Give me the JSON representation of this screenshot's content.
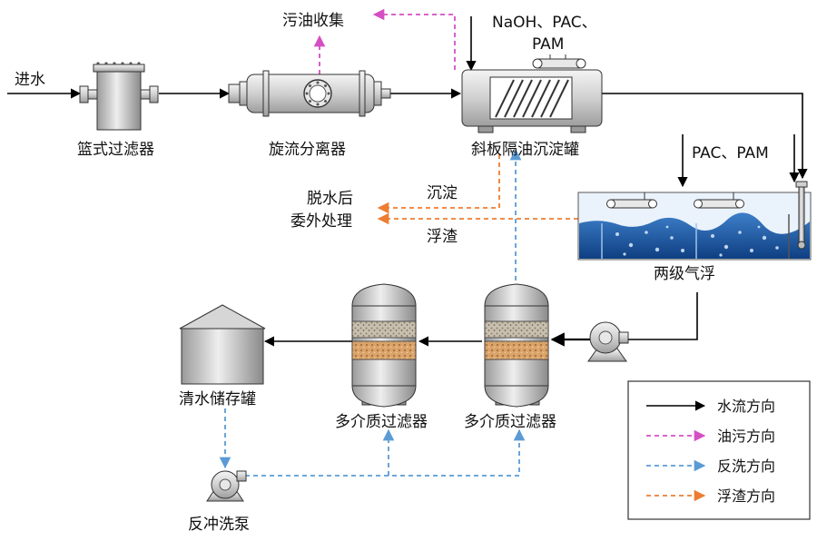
{
  "labels": {
    "inlet": "进水",
    "basket_filter": "篮式过滤器",
    "cyclone_separator": "旋流分离器",
    "oil_collection": "污油收集",
    "chemicals_top_1": "NaOH、PAC、",
    "chemicals_top_2": "PAM",
    "inclined_plate_tank": "斜板隔油沉淀罐",
    "chemicals_float": "PAC、PAM",
    "sediment": "沉淀",
    "scum": "浮渣",
    "outsource_1": "脱水后",
    "outsource_2": "委外处理",
    "two_stage_flotation": "两级气浮",
    "clear_water_tank": "清水储存罐",
    "multimedia_filter_1": "多介质过滤器",
    "multimedia_filter_2": "多介质过滤器",
    "backwash_pump": "反冲洗泵"
  },
  "legend": {
    "items": [
      {
        "label": "水流方向",
        "color": "#000000",
        "style": "solid"
      },
      {
        "label": "油污方向",
        "color": "#d54fc4",
        "style": "dashed"
      },
      {
        "label": "反洗方向",
        "color": "#5b9bd5",
        "style": "dashed"
      },
      {
        "label": "浮渣方向",
        "color": "#ed7d31",
        "style": "dashed"
      }
    ]
  },
  "colors": {
    "water_flow": "#000000",
    "oil_flow": "#d54fc4",
    "backwash_flow": "#5b9bd5",
    "scum_flow": "#ed7d31",
    "equipment_gray": "#cfcfcf",
    "flotation_water": "#1f5fa8"
  }
}
